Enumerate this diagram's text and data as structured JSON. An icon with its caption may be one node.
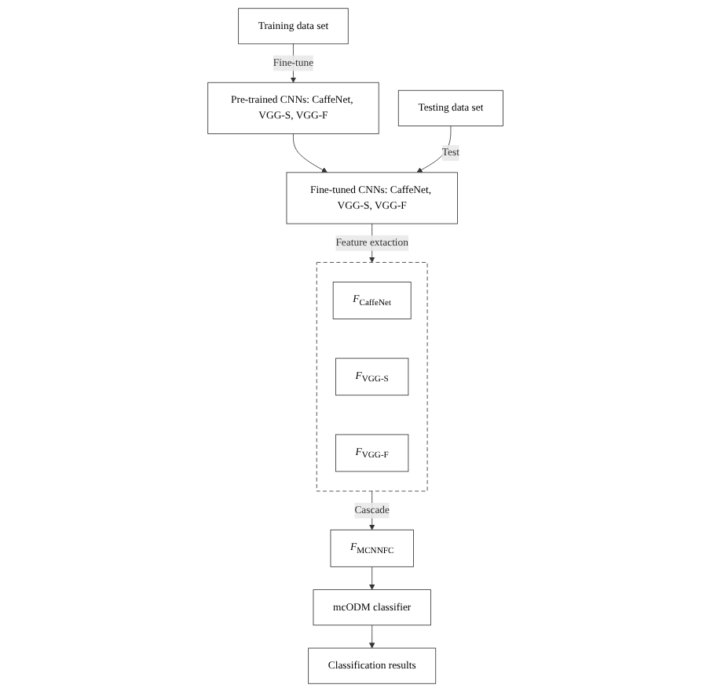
{
  "diagram": {
    "nodes": [
      {
        "text": [
          "Pre-trained CNNs: CaffeNet, VGG-S, VGG-F"
        ]
      },
      {
        "text": [
          "Training data set"
        ]
      },
      {
        "text": [
          "Fine-tuned CNNs: CaffeNet, VGG-S, VGG-F"
        ]
      },
      {
        "text": [
          "Testing data set"
        ]
      },
      {
        "text": [],
        "shape": "box"
      },
      {
        "text": [
          "*F*$_{CaffeNet}$"
        ],
        "in": 4
      },
      {
        "text": [
          "*F*$_{VGG-S}$"
        ],
        "in": 4
      },
      {
        "text": [
          "*F*$_{VGG-F}$"
        ],
        "in": 4
      },
      {
        "text": [
          "*F*$_{MCNNFC}$"
        ]
      },
      {
        "text": [
          "Classification results"
        ]
      },
      {
        "text": [
          "mcODM classifier"
        ]
      }
    ],
    "edges": [
      {
        "from": 1,
        "to": 0,
        "arrow": "to",
        "label": "Fine-tune"
      },
      {
        "from": 0,
        "to": 2,
        "arrow": "to"
      },
      {
        "from": 3,
        "to": 2,
        "arrow": "to",
        "label": "Test"
      },
      {
        "from": 2,
        "to": 4,
        "arrow": "to",
        "label": "Feature extaction"
      },
      {
        "from": 4,
        "to": 8,
        "arrow": "to",
        "label": "Cascade"
      },
      {
        "from": 8,
        "to": 10,
        "arrow": "to"
      },
      {
        "from": 10,
        "to": 9,
        "arrow": "to"
      }
    ]
  }
}
